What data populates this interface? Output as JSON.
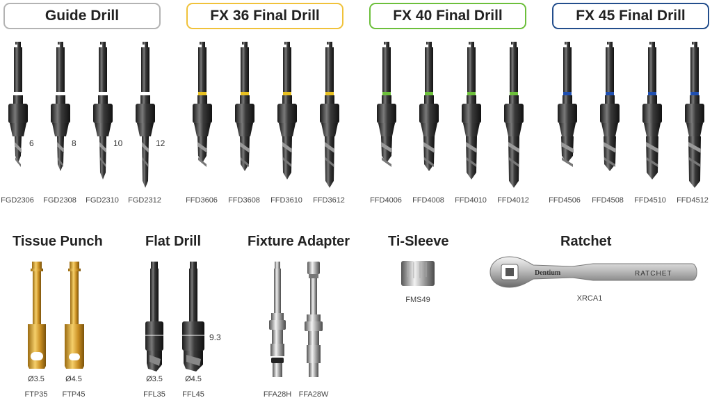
{
  "categories": [
    {
      "title": "Guide Drill",
      "border": "#b3b3b3",
      "ring": "#ffffff",
      "codes": [
        "FGD2306",
        "FGD2308",
        "FGD2310",
        "FGD2312"
      ],
      "lengths": [
        "6",
        "8",
        "10",
        "12"
      ]
    },
    {
      "title": "FX 36 Final Drill",
      "border": "#f0c23a",
      "ring": "#e8c020",
      "codes": [
        "FFD3606",
        "FFD3608",
        "FFD3610",
        "FFD3612"
      ]
    },
    {
      "title": "FX 40 Final Drill",
      "border": "#6cbf3b",
      "ring": "#6cc03a",
      "codes": [
        "FFD4006",
        "FFD4008",
        "FFD4010",
        "FFD4012"
      ]
    },
    {
      "title": "FX 45 Final Drill",
      "border": "#234e8c",
      "ring": "#1f4fb0",
      "codes": [
        "FFD4506",
        "FFD4508",
        "FFD4510",
        "FFD4512"
      ]
    }
  ],
  "tissue_punch": {
    "title": "Tissue Punch",
    "items": [
      {
        "code": "FTP35",
        "dia": "Ø3.5"
      },
      {
        "code": "FTP45",
        "dia": "Ø4.5"
      }
    ]
  },
  "flat_drill": {
    "title": "Flat Drill",
    "length": "9.3",
    "items": [
      {
        "code": "FFL35",
        "dia": "Ø3.5"
      },
      {
        "code": "FFL45",
        "dia": "Ø4.5"
      }
    ]
  },
  "fixture_adapter": {
    "title": "Fixture Adapter",
    "items": [
      {
        "code": "FFA28H"
      },
      {
        "code": "FFA28W"
      }
    ]
  },
  "ti_sleeve": {
    "title": "Ti-Sleeve",
    "code": "FMS49"
  },
  "ratchet": {
    "title": "Ratchet",
    "code": "XRCA1",
    "brand": "Dentium",
    "label": "RATCHET"
  }
}
